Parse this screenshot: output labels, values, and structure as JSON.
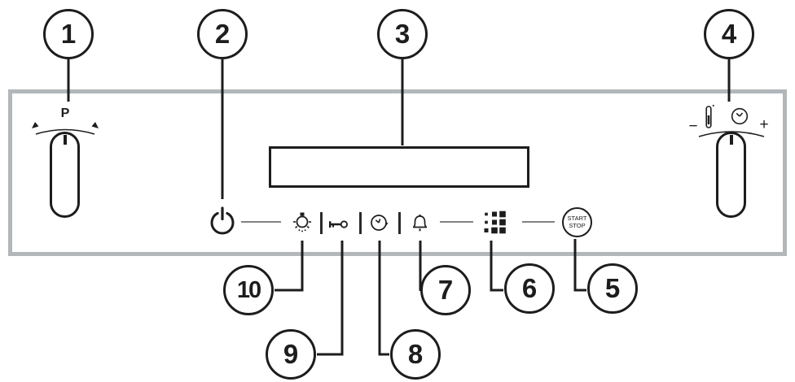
{
  "diagram": {
    "description": "Control panel diagram with numbered callouts",
    "callouts": {
      "c1": "1",
      "c2": "2",
      "c3": "3",
      "c4": "4",
      "c5": "5",
      "c6": "6",
      "c7": "7",
      "c8": "8",
      "c9": "9",
      "c10": "10"
    },
    "left_knob": {
      "label": "P"
    },
    "right_knob": {
      "minus": "−",
      "plus": "+"
    },
    "display": {
      "value": ""
    },
    "start_stop": {
      "line1": "START",
      "line2": "STOP"
    },
    "icons": {
      "power": "power-icon",
      "oven_light": "light-bulb-icon",
      "child_lock": "key-icon",
      "timer": "timer-clock-icon",
      "alarm": "bell-icon",
      "keypad": "keypad-dots-icon",
      "thermometer": "thermometer-icon",
      "clock": "clock-icon"
    },
    "colors": {
      "ink": "#1d1d1d",
      "panel_border": "#b2b7ba",
      "connector_gray": "#828282"
    }
  }
}
